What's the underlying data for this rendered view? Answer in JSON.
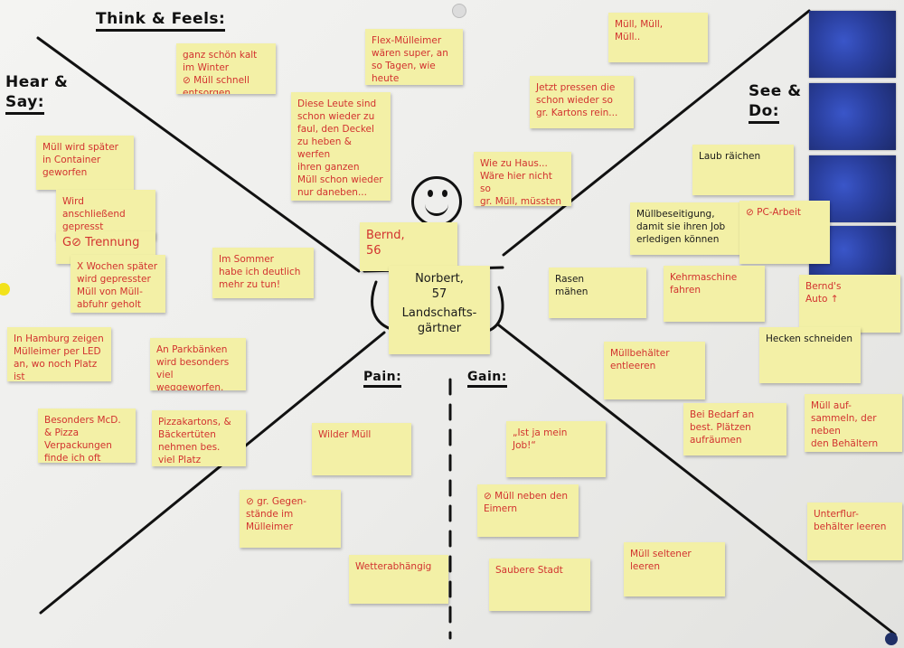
{
  "sections": {
    "think_feels": "Think & Feels:",
    "hear_say_line1": "Hear &",
    "hear_say_line2": "Say:",
    "see_do_line1": "See &",
    "see_do_line2": "Do:",
    "pain": "Pain:",
    "gain": "Gain:"
  },
  "persona": {
    "bernd": "Bernd,\n56",
    "norbert": "Norbert,\n57",
    "role": "Landschafts-\ngärtner"
  },
  "notes": {
    "think_1": "ganz schön kalt\nim Winter\n⊘ Müll schnell entsorgen",
    "think_2": "Flex-Mülleimer\nwären super, an\nso Tagen, wie heute",
    "think_3": "Müll, Müll,\nMüll..",
    "think_4": "Jetzt pressen die\nschon wieder so\ngr. Kartons rein...",
    "think_5": "Diese Leute sind\nschon wieder zu\nfaul, den Deckel\nzu heben & werfen\nihren ganzen\nMüll schon wieder\nnur daneben...",
    "think_6": "Wie zu Haus...\nWäre hier nicht so\ngr. Müll, müssten wir\nnicht so oft kommen",
    "hear_1": "Müll wird später\nin Container\ngeworfen",
    "hear_2": "Wird anschließend\ngepresst",
    "hear_3": "G⊘ Trennung",
    "hear_4": "X Wochen später\nwird gepresster\nMüll von Müll-\nabfuhr geholt",
    "hear_5": "Im Sommer\nhabe ich deutlich\nmehr zu tun!",
    "hear_6": "In Hamburg zeigen\nMülleimer per LED\nan, wo noch Platz ist",
    "hear_7": "An Parkbänken\nwird besonders\nviel weggeworfen.",
    "hear_8": "Besonders McD.\n& Pizza Verpackungen\nfinde ich oft",
    "hear_9": "Pizzakartons, &\nBäckertüten\nnehmen bes. viel Platz\nein",
    "see_1": "Laub räichen",
    "see_2": "Müllbeseitigung,\ndamit sie ihren Job\nerledigen können",
    "see_3": "⊘ PC-Arbeit",
    "see_4": "Rasen\nmähen",
    "see_5": "Kehrmaschine\nfahren",
    "see_6": "Bernd's\nAuto ↑",
    "see_7": "Hecken schneiden",
    "see_8": "Müllbehälter\nentleeren",
    "see_9": "Bei Bedarf an\nbest. Plätzen\naufräumen",
    "see_10": "Müll auf-\nsammeln, der neben\nden Behältern liegt",
    "see_11": "Unterflur-\nbehälter leeren",
    "pain_1": "Wilder Müll",
    "pain_2": "⊘ gr. Gegen-\nstände im\nMülleimer",
    "pain_3": "Wetterabhängig",
    "gain_1": "„Ist ja mein\nJob!“",
    "gain_2": "⊘ Müll neben den\nEimern",
    "gain_3": "Saubere Stadt",
    "gain_4": "Müll seltener\nleeren"
  },
  "colors": {
    "note_yellow": "#f3f0a6",
    "marker_red": "#d2322f",
    "marker_black": "#1a1a1a",
    "photo_blue": "#2a3f9e",
    "pin_yellow": "#f2e21b",
    "pin_navy": "#1f2f66"
  },
  "icons": [
    "smiley-face-icon"
  ]
}
